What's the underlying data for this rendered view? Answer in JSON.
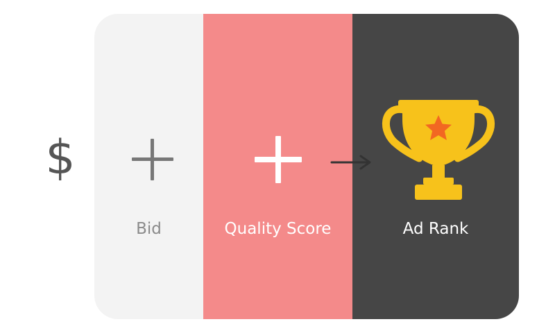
{
  "formula": {
    "currency_symbol": "$",
    "terms": [
      {
        "label": "Bid",
        "bg": "#f3f3f3"
      },
      {
        "label": "Quality Score",
        "bg": "#f48a8a"
      }
    ],
    "result": {
      "label": "Ad Rank",
      "bg": "#464646"
    }
  },
  "icons": {
    "bid_operator": "plus-icon",
    "quality_operator": "plus-icon",
    "connector": "arrow-right-icon",
    "result": "trophy-star-icon"
  },
  "colors": {
    "trophy": "#f7c21b",
    "star": "#f26722",
    "arrow": "#333333"
  }
}
